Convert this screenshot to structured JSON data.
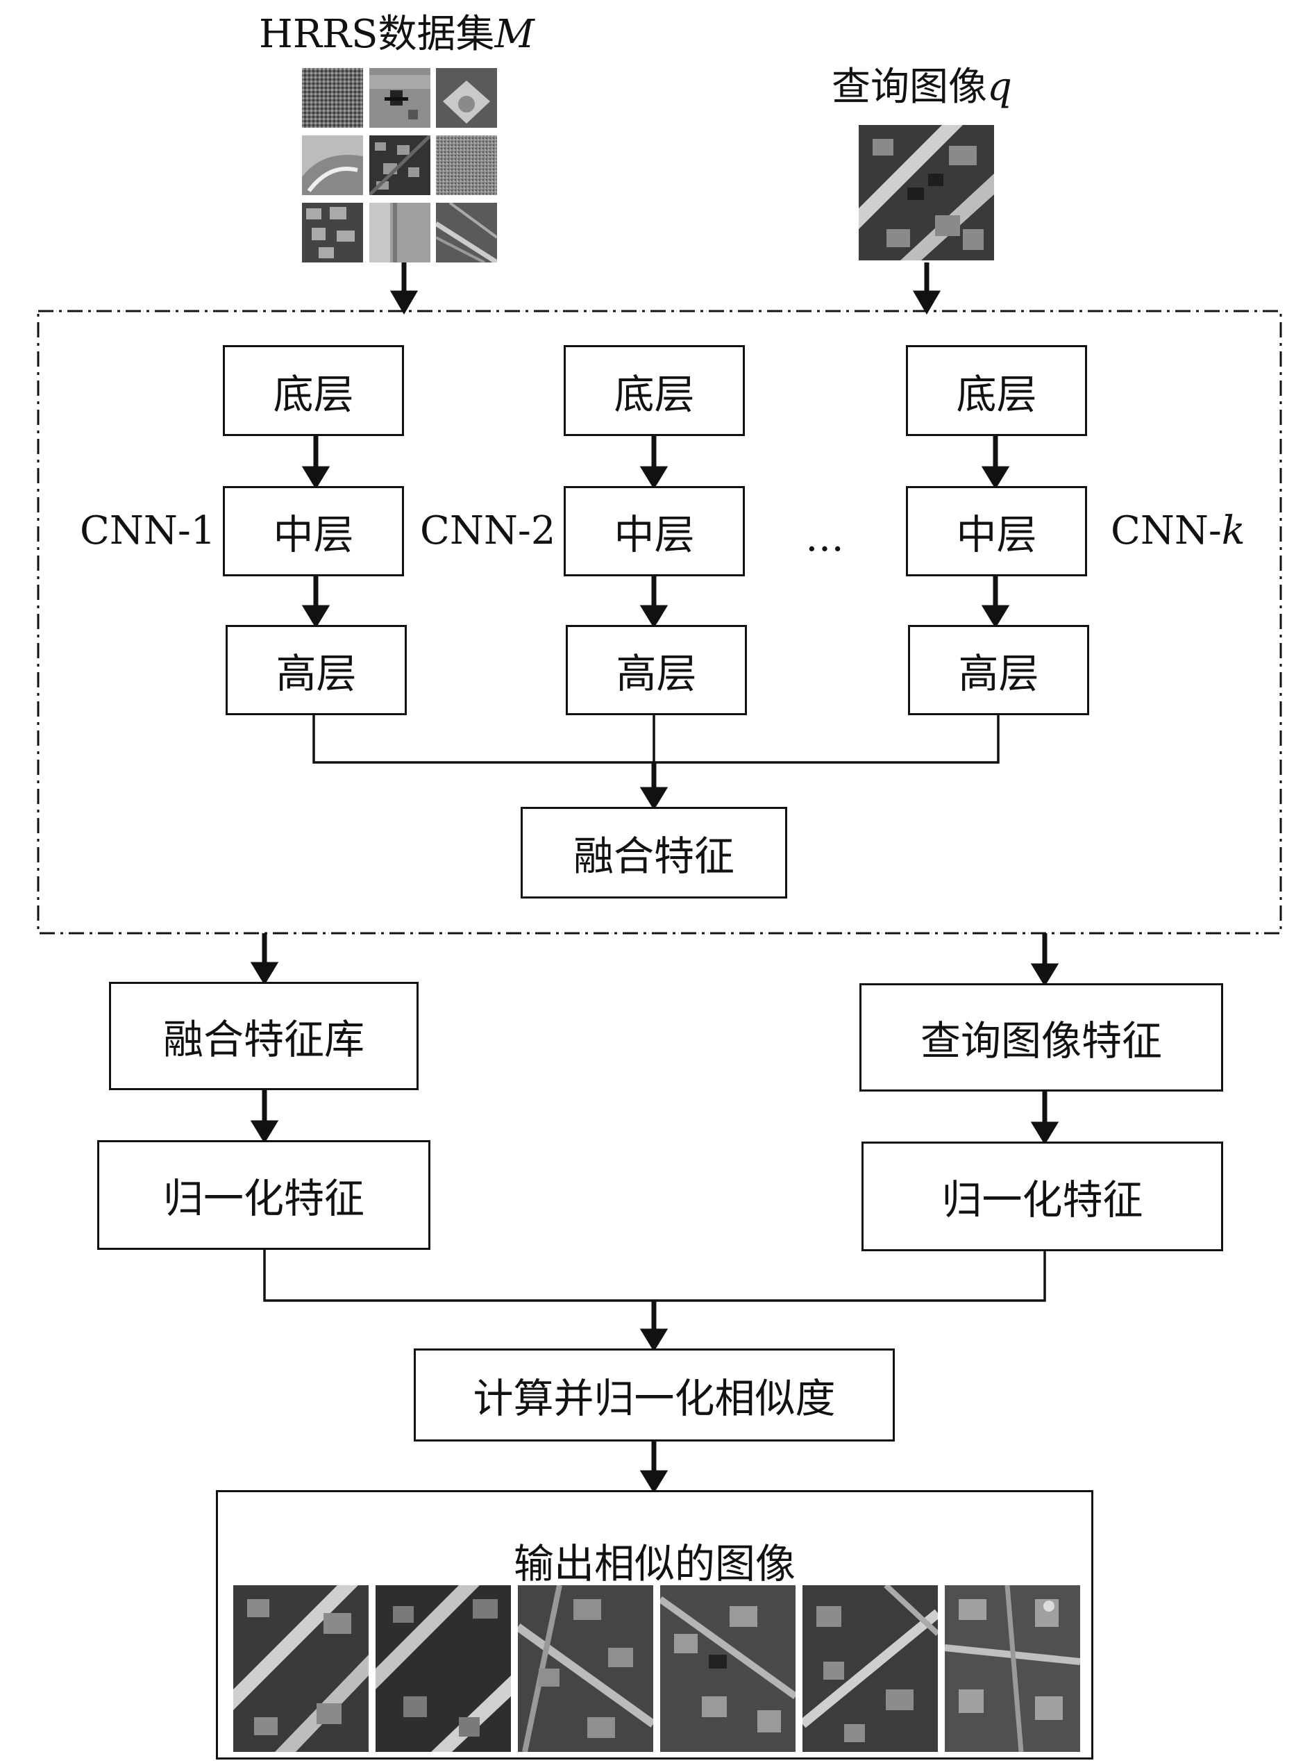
{
  "dataset": {
    "title_prefix": "HRRS数据集",
    "title_var": "M",
    "thumbnails": 9
  },
  "query": {
    "title_prefix": "查询图像",
    "title_var": "q"
  },
  "cnn": {
    "columns": [
      {
        "label": "CNN-1",
        "low": "底层",
        "mid": "中层",
        "high": "高层"
      },
      {
        "label": "CNN-2",
        "low": "底层",
        "mid": "中层",
        "high": "高层"
      },
      {
        "label_prefix": "CNN-",
        "label_var": "k",
        "low": "底层",
        "mid": "中层",
        "high": "高层"
      }
    ],
    "ellipsis": "…",
    "fusion": "融合特征"
  },
  "left_branch": {
    "library": "融合特征库",
    "normalized": "归一化特征"
  },
  "right_branch": {
    "query_feature": "查询图像特征",
    "normalized": "归一化特征"
  },
  "similarity": "计算并归一化相似度",
  "output": {
    "title": "输出相似的图像",
    "images": 6
  }
}
